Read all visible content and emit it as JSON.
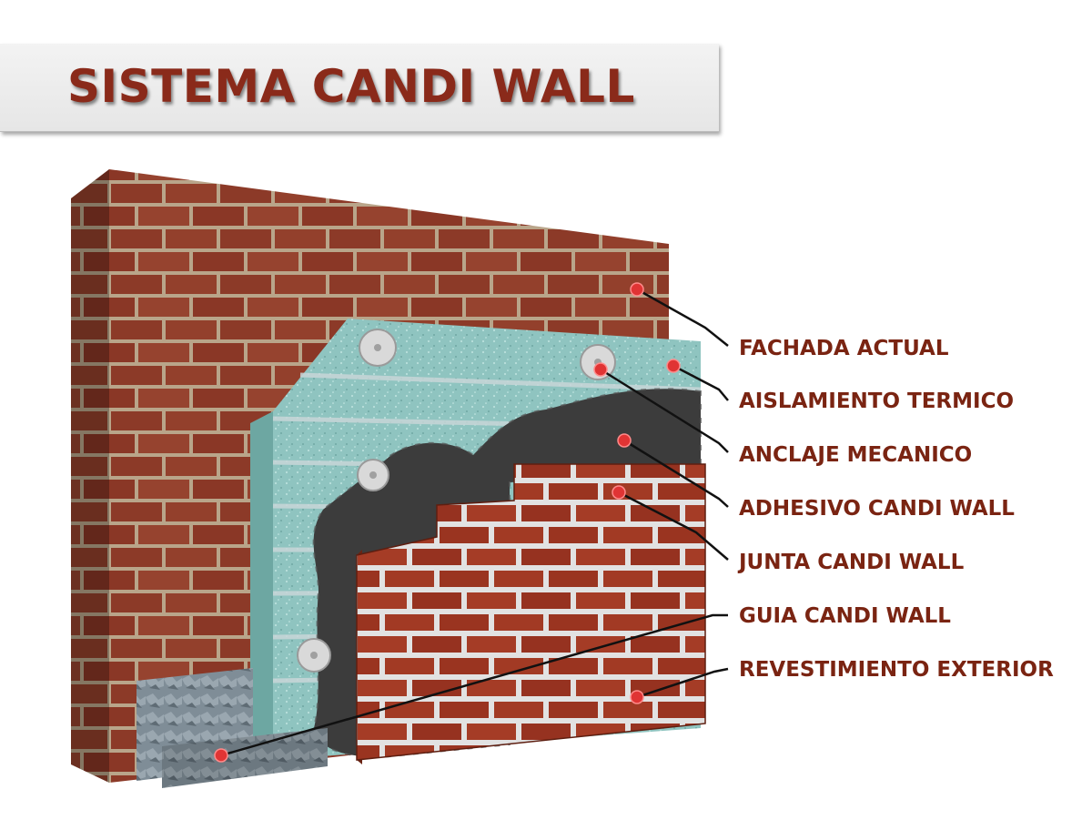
{
  "title": "SISTEMA CANDI WALL",
  "labels": [
    {
      "text": "FACHADA ACTUAL"
    },
    {
      "text": "AISLAMIENTO TERMICO"
    },
    {
      "text": "ANCLAJE MECANICO"
    },
    {
      "text": "ADHESIVO CANDI WALL"
    },
    {
      "text": "JUNTA CANDI WALL"
    },
    {
      "text": "GUIA CANDI WALL"
    },
    {
      "text": "REVESTIMIENTO EXTERIOR"
    }
  ],
  "colors": {
    "title": "#8a2a1a",
    "label": "#7a2412",
    "brick": "#8c3a28",
    "mortar": "#b9a58a",
    "insulation": "#8fc4c0",
    "adhesive": "#3c3c3c",
    "cladding": "#9a3420",
    "cladding_joint": "#e2e2e2",
    "marker": "#e03434"
  }
}
